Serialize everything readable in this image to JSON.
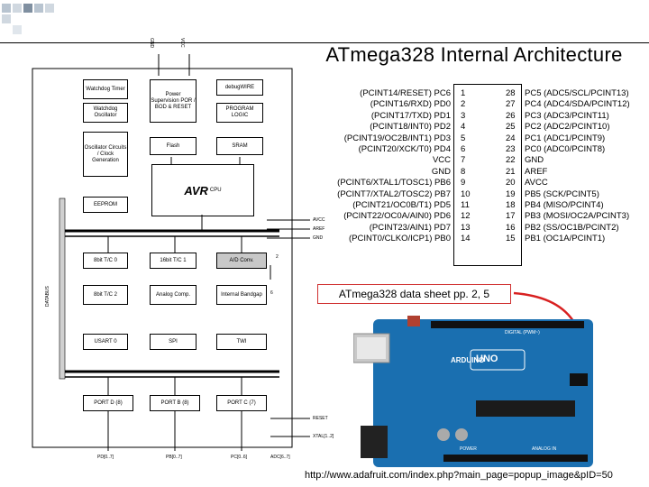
{
  "title": "ATmega328 Internal Architecture",
  "diagram": {
    "top_signals": [
      "GND",
      "VCC"
    ],
    "blocks": {
      "watchdog_timer": "Watchdog Timer",
      "watchdog_osc": "Watchdog Oscillator",
      "power": "Power Supervision POR / BOD & RESET",
      "debugwire": "debugWIRE",
      "program_logic": "PROGRAM LOGIC",
      "osc": "Oscillator Circuits / Clock Generation",
      "flash": "Flash",
      "sram": "SRAM",
      "cpu_logo": "AVR",
      "cpu": "CPU",
      "eeprom": "EEPROM",
      "tc0": "8bit T/C 0",
      "tc1": "16bit T/C 1",
      "adc": "A/D Conv.",
      "tc2": "8bit T/C 2",
      "analog_comp": "Analog Comp.",
      "bandgap": "Internal Bandgap",
      "usart": "USART 0",
      "spi": "SPI",
      "twi": "TWI",
      "portd": "PORT D (8)",
      "portb": "PORT B (8)",
      "portc": "PORT C (7)"
    },
    "side_signals": [
      "AVCC",
      "AREF",
      "GND"
    ],
    "bus_label": "DATABUS",
    "adc_width": "2",
    "bandgap_width": "6",
    "bottom_signals": [
      "RESET",
      "XTAL[1..2]"
    ],
    "port_pins": [
      "PD[0..7]",
      "PB[0..7]",
      "PC[0..6]",
      "ADC[6..7]"
    ]
  },
  "pinout": {
    "left": [
      "(PCINT14/RESET) PC6",
      "(PCINT16/RXD) PD0",
      "(PCINT17/TXD) PD1",
      "(PCINT18/INT0) PD2",
      "(PCINT19/OC2B/INT1) PD3",
      "(PCINT20/XCK/T0) PD4",
      "VCC",
      "GND",
      "(PCINT6/XTAL1/TOSC1) PB6",
      "(PCINT7/XTAL2/TOSC2) PB7",
      "(PCINT21/OC0B/T1) PD5",
      "(PCINT22/OC0A/AIN0) PD6",
      "(PCINT23/AIN1) PD7",
      "(PCINT0/CLKO/ICP1) PB0"
    ],
    "right": [
      "PC5 (ADC5/SCL/PCINT13)",
      "PC4 (ADC4/SDA/PCINT12)",
      "PC3 (ADC3/PCINT11)",
      "PC2 (ADC2/PCINT10)",
      "PC1 (ADC1/PCINT9)",
      "PC0 (ADC0/PCINT8)",
      "GND",
      "AREF",
      "AVCC",
      "PB5 (SCK/PCINT5)",
      "PB4 (MISO/PCINT4)",
      "PB3 (MOSI/OC2A/PCINT3)",
      "PB2 (SS/OC1B/PCINT2)",
      "PB1 (OC1A/PCINT1)"
    ],
    "left_numbers": [
      "1",
      "2",
      "3",
      "4",
      "5",
      "6",
      "7",
      "8",
      "9",
      "10",
      "11",
      "12",
      "13",
      "14"
    ],
    "right_numbers": [
      "28",
      "27",
      "26",
      "25",
      "24",
      "23",
      "22",
      "21",
      "20",
      "19",
      "18",
      "17",
      "16",
      "15"
    ]
  },
  "caption": "ATmega328 data sheet pp. 2, 5",
  "board": {
    "logo": "ARDUINO",
    "model": "UNO",
    "digital_label": "DIGITAL (PWM~)",
    "analog_label": "ANALOG IN",
    "power_label": "POWER"
  },
  "source_url": "http://www.adafruit.com/index.php?main_page=popup_image&pID=50",
  "colors": {
    "board_blue": "#1a6fb0",
    "chip_black": "#1b1b1b",
    "arrow_red": "#d82020",
    "grey_block": "#c8c8c8"
  }
}
